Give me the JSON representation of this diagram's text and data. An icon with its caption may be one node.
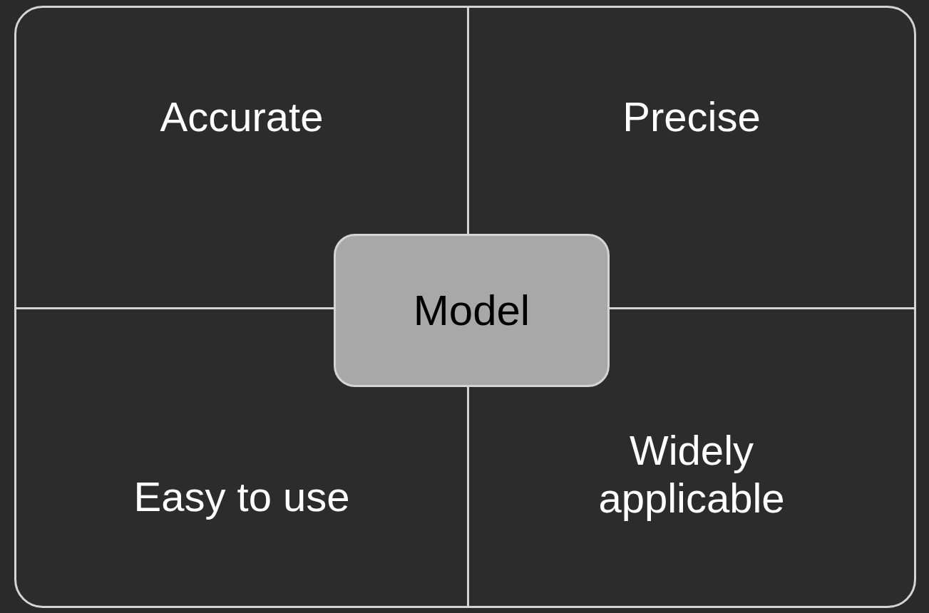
{
  "diagram": {
    "nodes": [
      {
        "text": [],
        "shape": "box"
      },
      {
        "text": [
          "Accurate"
        ],
        "in": 0
      },
      {
        "text": [
          "Precise"
        ],
        "in": 0
      },
      {
        "text": [
          "Model"
        ],
        "in": 0
      },
      {
        "text": [
          "Easy to use"
        ],
        "in": 0
      },
      {
        "text": [
          "Widely applicable"
        ],
        "in": 0
      }
    ]
  }
}
